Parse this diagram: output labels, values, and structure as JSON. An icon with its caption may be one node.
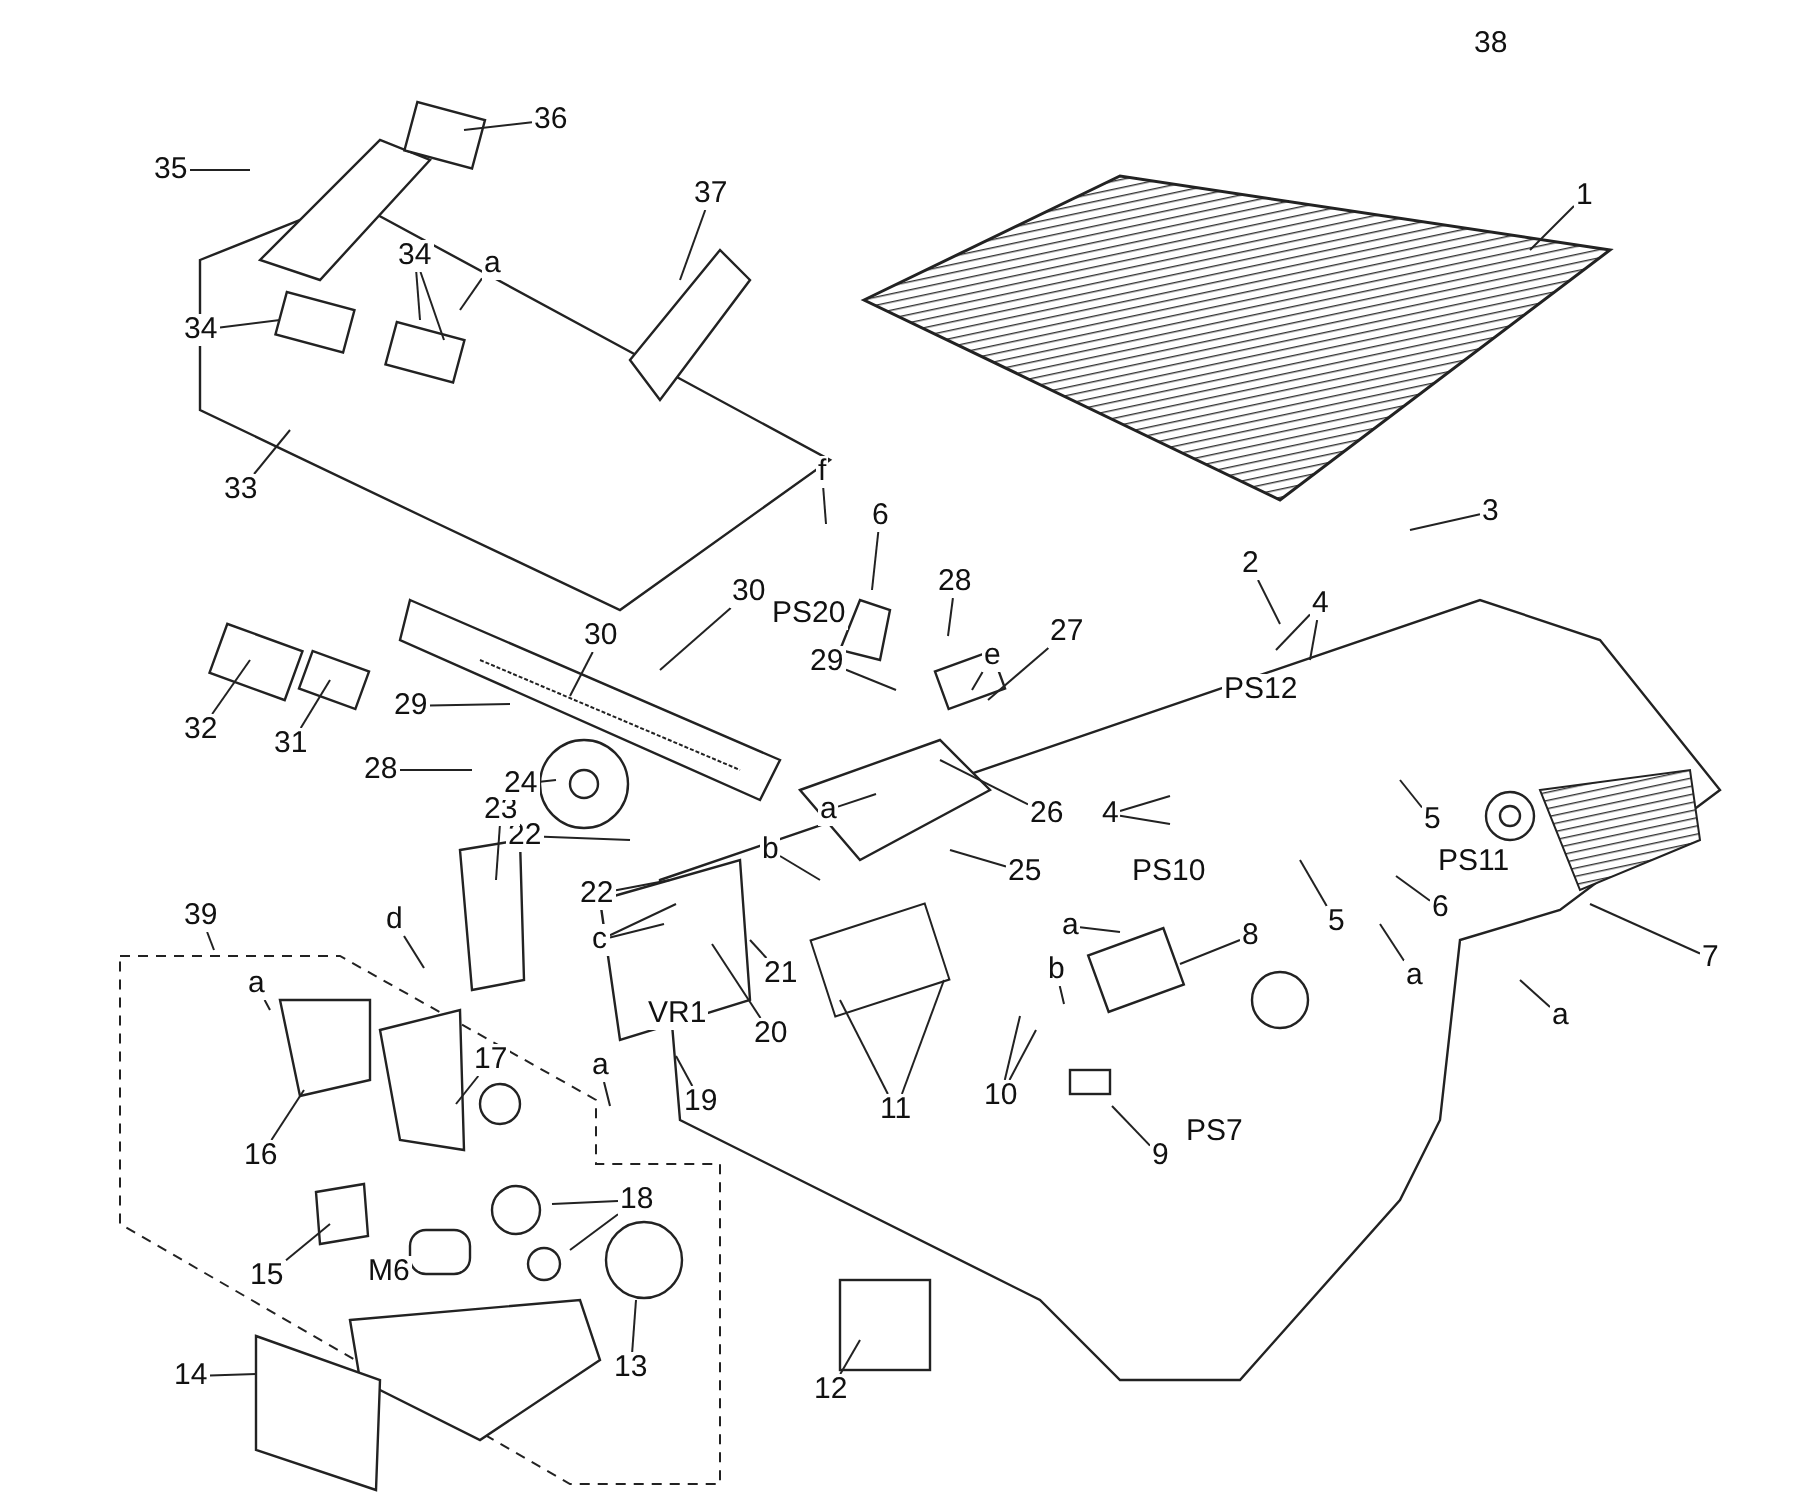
{
  "diagram": {
    "nodes": [
      {
        "text": [
          "1"
        ]
      },
      {
        "text": [
          "3"
        ]
      },
      {
        "text": [
          "2"
        ]
      },
      {
        "text": [
          "4"
        ]
      },
      {
        "text": [
          "5"
        ]
      },
      {
        "text": [
          "5"
        ]
      },
      {
        "text": [
          "6"
        ]
      },
      {
        "text": [
          "7"
        ]
      },
      {
        "text": [
          "a"
        ]
      },
      {
        "text": [
          "a"
        ]
      },
      {
        "text": [
          "4"
        ]
      },
      {
        "text": [
          "8"
        ]
      },
      {
        "text": [
          "a"
        ]
      },
      {
        "text": [
          "b"
        ]
      },
      {
        "text": [
          "10"
        ]
      },
      {
        "text": [
          "9"
        ]
      },
      {
        "text": [
          "11"
        ]
      },
      {
        "text": [
          "12"
        ]
      },
      {
        "text": [
          "13"
        ]
      },
      {
        "text": [
          "18"
        ]
      },
      {
        "text": [
          "17"
        ]
      },
      {
        "text": [
          "16"
        ]
      },
      {
        "text": [
          "15"
        ]
      },
      {
        "text": [
          "14"
        ]
      },
      {
        "text": [
          "39"
        ]
      },
      {
        "text": [
          "a"
        ]
      },
      {
        "text": [
          "a"
        ]
      },
      {
        "text": [
          "19"
        ]
      },
      {
        "text": [
          "20"
        ]
      },
      {
        "text": [
          "21"
        ]
      },
      {
        "text": [
          "c"
        ]
      },
      {
        "text": [
          "d"
        ]
      },
      {
        "text": [
          "22"
        ]
      },
      {
        "text": [
          "22"
        ]
      },
      {
        "text": [
          "23"
        ]
      },
      {
        "text": [
          "24"
        ]
      },
      {
        "text": [
          "28"
        ]
      },
      {
        "text": [
          "29"
        ]
      },
      {
        "text": [
          "31"
        ]
      },
      {
        "text": [
          "32"
        ]
      },
      {
        "text": [
          "30"
        ]
      },
      {
        "text": [
          "30"
        ]
      },
      {
        "text": [
          "33"
        ]
      },
      {
        "text": [
          "34"
        ]
      },
      {
        "text": [
          "34"
        ]
      },
      {
        "text": [
          "a"
        ]
      },
      {
        "text": [
          "35"
        ]
      },
      {
        "text": [
          "36"
        ]
      },
      {
        "text": [
          "37"
        ]
      },
      {
        "text": [
          "f"
        ]
      },
      {
        "text": [
          "6"
        ]
      },
      {
        "text": [
          "29"
        ]
      },
      {
        "text": [
          "28"
        ]
      },
      {
        "text": [
          "e"
        ]
      },
      {
        "text": [
          "27"
        ]
      },
      {
        "text": [
          "a"
        ]
      },
      {
        "text": [
          "26"
        ]
      },
      {
        "text": [
          "25"
        ]
      },
      {
        "text": [
          "b"
        ]
      },
      {
        "text": [
          "38"
        ]
      }
    ],
    "edges": [
      {
        "from": 0,
        "to": null,
        "arrow": "none"
      },
      {
        "from": 1,
        "to": null,
        "arrow": "none"
      },
      {
        "from": 2,
        "to": null,
        "arrow": "none"
      },
      {
        "from": 3,
        "to": null,
        "arrow": "none"
      },
      {
        "from": 3,
        "to": null,
        "arrow": "none"
      },
      {
        "from": 4,
        "to": null,
        "arrow": "none"
      },
      {
        "from": 5,
        "to": null,
        "arrow": "none"
      },
      {
        "from": 6,
        "to": null,
        "arrow": "none"
      },
      {
        "from": 7,
        "to": null,
        "arrow": "none"
      },
      {
        "from": 8,
        "to": null,
        "arrow": "none"
      },
      {
        "from": 9,
        "to": null,
        "arrow": "none"
      },
      {
        "from": 10,
        "to": null,
        "arrow": "none"
      },
      {
        "from": 10,
        "to": null,
        "arrow": "none"
      },
      {
        "from": 11,
        "to": null,
        "arrow": "none"
      },
      {
        "from": 12,
        "to": null,
        "arrow": "none"
      },
      {
        "from": 13,
        "to": null,
        "arrow": "none"
      },
      {
        "from": 14,
        "to": null,
        "arrow": "none"
      },
      {
        "from": 14,
        "to": null,
        "arrow": "none"
      },
      {
        "from": 15,
        "to": null,
        "arrow": "none"
      },
      {
        "from": 16,
        "to": null,
        "arrow": "none"
      },
      {
        "from": 16,
        "to": null,
        "arrow": "none"
      },
      {
        "from": 17,
        "to": null,
        "arrow": "none"
      },
      {
        "from": 18,
        "to": null,
        "arrow": "none"
      },
      {
        "from": 19,
        "to": null,
        "arrow": "none"
      },
      {
        "from": 19,
        "to": null,
        "arrow": "none"
      },
      {
        "from": 20,
        "to": null,
        "arrow": "none"
      },
      {
        "from": 21,
        "to": null,
        "arrow": "none"
      },
      {
        "from": 22,
        "to": null,
        "arrow": "none"
      },
      {
        "from": 23,
        "to": null,
        "arrow": "none"
      },
      {
        "from": 24,
        "to": null,
        "arrow": "none"
      },
      {
        "from": 25,
        "to": null,
        "arrow": "none"
      },
      {
        "from": 26,
        "to": null,
        "arrow": "none"
      },
      {
        "from": 27,
        "to": null,
        "arrow": "none"
      },
      {
        "from": 28,
        "to": null,
        "arrow": "none"
      },
      {
        "from": 29,
        "to": null,
        "arrow": "none"
      },
      {
        "from": 30,
        "to": null,
        "arrow": "none"
      },
      {
        "from": 30,
        "to": null,
        "arrow": "none"
      },
      {
        "from": 31,
        "to": null,
        "arrow": "none"
      },
      {
        "from": 32,
        "to": null,
        "arrow": "none"
      },
      {
        "from": 33,
        "to": null,
        "arrow": "none"
      },
      {
        "from": 34,
        "to": null,
        "arrow": "none"
      },
      {
        "from": 35,
        "to": null,
        "arrow": "none"
      },
      {
        "from": 36,
        "to": null,
        "arrow": "none"
      },
      {
        "from": 37,
        "to": null,
        "arrow": "none"
      },
      {
        "from": 38,
        "to": null,
        "arrow": "none"
      },
      {
        "from": 39,
        "to": null,
        "arrow": "none"
      },
      {
        "from": 40,
        "to": null,
        "arrow": "none"
      },
      {
        "from": 41,
        "to": null,
        "arrow": "none"
      },
      {
        "from": 42,
        "to": null,
        "arrow": "none"
      },
      {
        "from": 43,
        "to": null,
        "arrow": "none"
      },
      {
        "from": 44,
        "to": null,
        "arrow": "none"
      },
      {
        "from": 44,
        "to": null,
        "arrow": "none"
      },
      {
        "from": 45,
        "to": null,
        "arrow": "none"
      },
      {
        "from": 46,
        "to": null,
        "arrow": "none"
      },
      {
        "from": 47,
        "to": null,
        "arrow": "none"
      },
      {
        "from": 48,
        "to": null,
        "arrow": "none"
      },
      {
        "from": 49,
        "to": null,
        "arrow": "none"
      },
      {
        "from": 50,
        "to": null,
        "arrow": "none"
      },
      {
        "from": 51,
        "to": null,
        "arrow": "none"
      },
      {
        "from": 52,
        "to": null,
        "arrow": "none"
      },
      {
        "from": 53,
        "to": null,
        "arrow": "none"
      },
      {
        "from": 54,
        "to": null,
        "arrow": "none"
      },
      {
        "from": 55,
        "to": null,
        "arrow": "none"
      },
      {
        "from": 56,
        "to": null,
        "arrow": "none"
      },
      {
        "from": 57,
        "to": null,
        "arrow": "none"
      },
      {
        "from": 58,
        "to": null,
        "arrow": "none"
      }
    ],
    "labels": [
      "PS20",
      "PS12",
      "PS10",
      "PS11",
      "PS7",
      "VR1",
      "M6"
    ]
  }
}
